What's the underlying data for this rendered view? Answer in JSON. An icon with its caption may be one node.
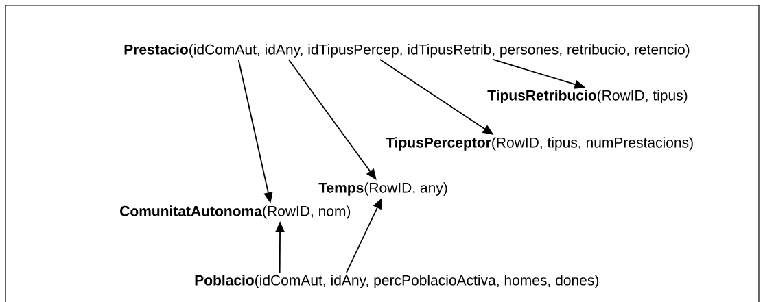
{
  "diagram": {
    "nodes": [
      {
        "text": [
          "**Prestacio**(idComAut, idAny, idTipusPercep, idTipusRetrib, persones, retribucio, retencio)"
        ]
      },
      {
        "text": [
          "**TipusRetribucio**(RowID, tipus)"
        ]
      },
      {
        "text": [
          "**TipusPerceptor**(RowID, tipus, numPrestacions)"
        ]
      },
      {
        "text": [
          "**Temps**(RowID, any)"
        ]
      },
      {
        "text": [
          "**ComunitatAutonoma**(RowID, nom)"
        ]
      },
      {
        "text": [
          "**Poblacio**(idComAut, idAny, percPoblacioActiva, homes, dones)"
        ]
      }
    ],
    "edges": [
      {
        "from": 0,
        "to": 4,
        "arrow": "to"
      },
      {
        "from": 0,
        "to": 3,
        "arrow": "to"
      },
      {
        "from": 0,
        "to": 2,
        "arrow": "to"
      },
      {
        "from": 0,
        "to": 1,
        "arrow": "to"
      },
      {
        "from": 5,
        "to": 4,
        "arrow": "to"
      },
      {
        "from": 5,
        "to": 3,
        "arrow": "to"
      }
    ]
  }
}
